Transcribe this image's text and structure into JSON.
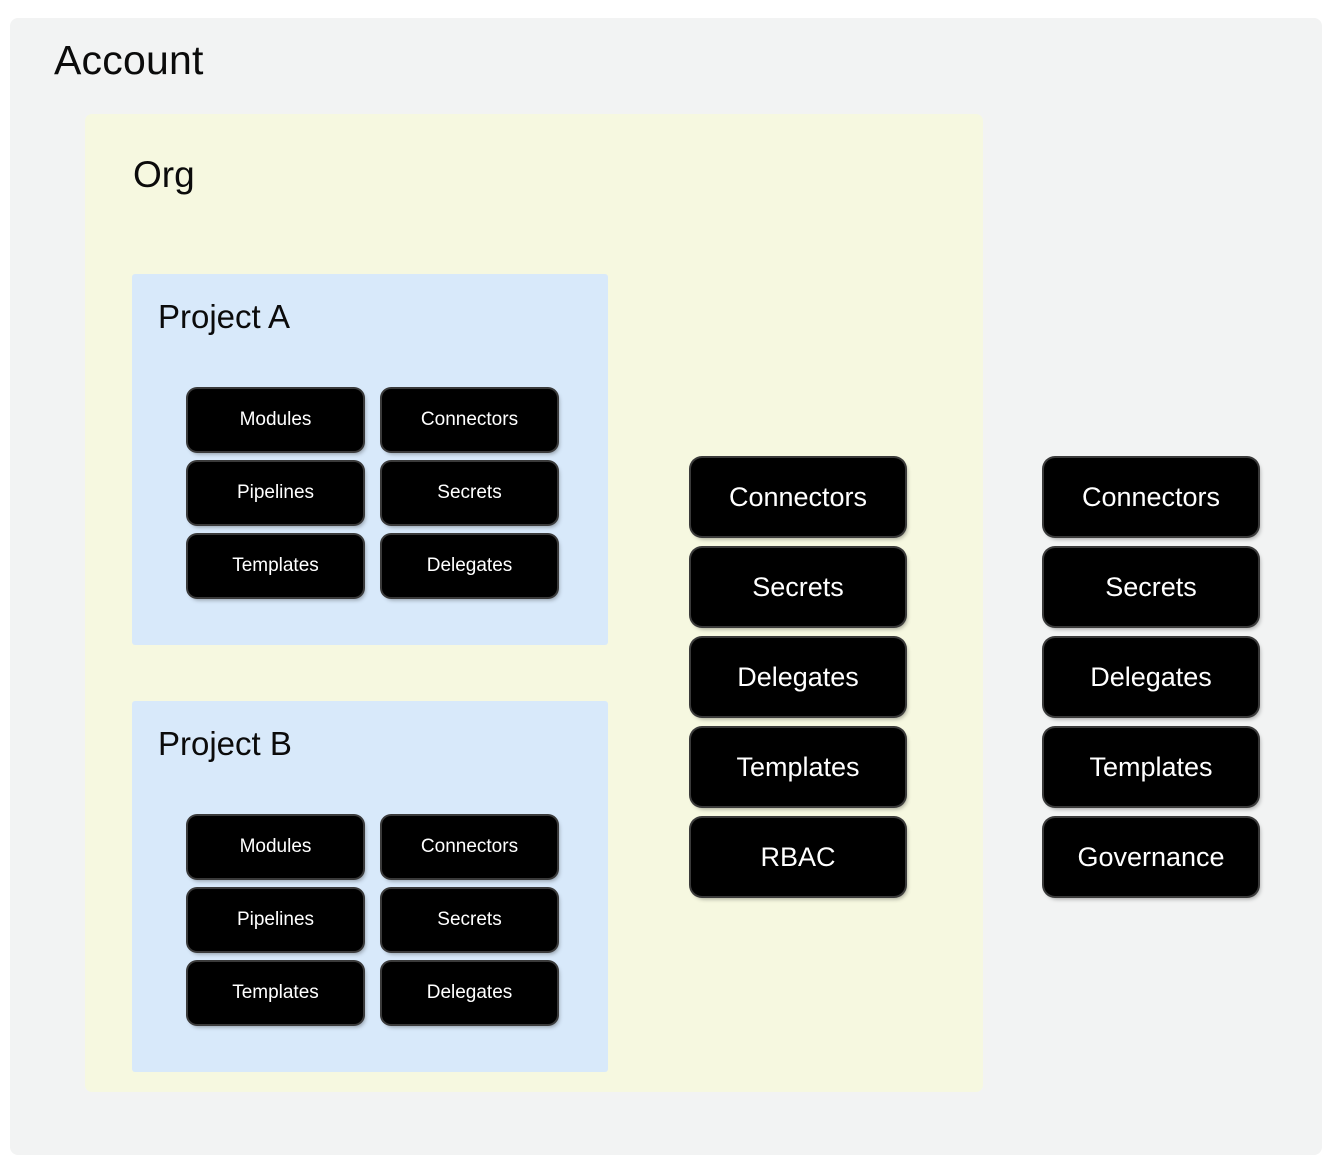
{
  "diagram": {
    "account": {
      "title": "Account",
      "bg_color": "#F2F3F3",
      "org": {
        "title": "Org",
        "bg_color": "#F6F8E0",
        "projects": [
          {
            "title": "Project A",
            "bg_color": "#D8E9FA",
            "resources": [
              "Modules",
              "Connectors",
              "Pipelines",
              "Secrets",
              "Templates",
              "Delegates"
            ]
          },
          {
            "title": "Project B",
            "bg_color": "#D8E9FA",
            "resources": [
              "Modules",
              "Connectors",
              "Pipelines",
              "Secrets",
              "Templates",
              "Delegates"
            ]
          }
        ],
        "org_resources": [
          "Connectors",
          "Secrets",
          "Delegates",
          "Templates",
          "RBAC"
        ]
      },
      "account_resources": [
        "Connectors",
        "Secrets",
        "Delegates",
        "Templates",
        "Governance"
      ]
    },
    "chip_colors": {
      "fill": "#000000",
      "text": "#FFFFFF",
      "border": "#3A3A3A"
    }
  }
}
